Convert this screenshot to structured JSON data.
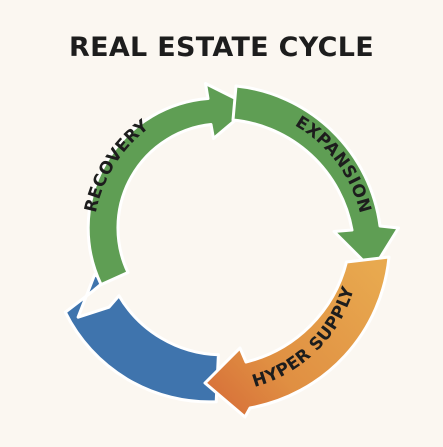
{
  "diagram": {
    "title": "REAL ESTATE CYCLE",
    "phases": [
      {
        "label": "RECOVERY",
        "color": "#5f9e54"
      },
      {
        "label": "EXPANSION",
        "color": "#5f9e54"
      },
      {
        "label": "HYPER SUPPLY",
        "color": "#e3a24c"
      },
      {
        "label": "",
        "color": "#d9793a"
      },
      {
        "label": "",
        "color": "#3f74ad"
      }
    ],
    "colors": {
      "outline": "#ffffff",
      "text": "#1d1d1d",
      "background": "#fbf7f1"
    }
  }
}
